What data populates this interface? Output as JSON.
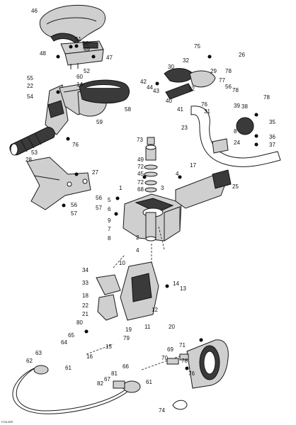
{
  "diagram": {
    "callouts": [
      {
        "id": "46",
        "label": "46"
      },
      {
        "id": "51",
        "label": "51"
      },
      {
        "id": "50",
        "label": "50"
      },
      {
        "id": "48",
        "label": "48"
      },
      {
        "id": "49a",
        "label": "49"
      },
      {
        "id": "47",
        "label": "47"
      },
      {
        "id": "52",
        "label": "52"
      },
      {
        "id": "75",
        "label": "75"
      },
      {
        "id": "26",
        "label": "26"
      },
      {
        "id": "32a",
        "label": "32"
      },
      {
        "id": "30",
        "label": "30"
      },
      {
        "id": "29",
        "label": "29"
      },
      {
        "id": "78a",
        "label": "78"
      },
      {
        "id": "77",
        "label": "77"
      },
      {
        "id": "42",
        "label": "42"
      },
      {
        "id": "44",
        "label": "44"
      },
      {
        "id": "43",
        "label": "43"
      },
      {
        "id": "55",
        "label": "55"
      },
      {
        "id": "22a",
        "label": "22"
      },
      {
        "id": "60",
        "label": "60"
      },
      {
        "id": "14a",
        "label": "14"
      },
      {
        "id": "32b",
        "label": "32"
      },
      {
        "id": "56a",
        "label": "56"
      },
      {
        "id": "78b",
        "label": "78"
      },
      {
        "id": "54",
        "label": "54"
      },
      {
        "id": "58",
        "label": "58"
      },
      {
        "id": "40",
        "label": "40"
      },
      {
        "id": "41",
        "label": "41"
      },
      {
        "id": "76a",
        "label": "76"
      },
      {
        "id": "31",
        "label": "31"
      },
      {
        "id": "78c",
        "label": "78"
      },
      {
        "id": "39",
        "label": "39"
      },
      {
        "id": "38",
        "label": "38"
      },
      {
        "id": "35",
        "label": "35"
      },
      {
        "id": "59",
        "label": "59"
      },
      {
        "id": "23",
        "label": "23"
      },
      {
        "id": "8a",
        "label": "8"
      },
      {
        "id": "36",
        "label": "36"
      },
      {
        "id": "37",
        "label": "37"
      },
      {
        "id": "73",
        "label": "73"
      },
      {
        "id": "24",
        "label": "24"
      },
      {
        "id": "76b",
        "label": "76"
      },
      {
        "id": "53",
        "label": "53"
      },
      {
        "id": "28",
        "label": "28"
      },
      {
        "id": "49b",
        "label": "49"
      },
      {
        "id": "72a",
        "label": "72"
      },
      {
        "id": "45",
        "label": "45"
      },
      {
        "id": "17",
        "label": "17"
      },
      {
        "id": "27",
        "label": "27"
      },
      {
        "id": "4a",
        "label": "4"
      },
      {
        "id": "72b",
        "label": "72"
      },
      {
        "id": "68",
        "label": "68"
      },
      {
        "id": "25",
        "label": "25"
      },
      {
        "id": "3",
        "label": "3"
      },
      {
        "id": "1",
        "label": "1"
      },
      {
        "id": "56b",
        "label": "56"
      },
      {
        "id": "57a",
        "label": "57"
      },
      {
        "id": "56c",
        "label": "56"
      },
      {
        "id": "57b",
        "label": "57"
      },
      {
        "id": "5",
        "label": "5"
      },
      {
        "id": "6",
        "label": "6"
      },
      {
        "id": "9",
        "label": "9"
      },
      {
        "id": "7",
        "label": "7"
      },
      {
        "id": "8b",
        "label": "8"
      },
      {
        "id": "2",
        "label": "2"
      },
      {
        "id": "4b",
        "label": "4"
      },
      {
        "id": "10",
        "label": "10"
      },
      {
        "id": "34",
        "label": "34"
      },
      {
        "id": "33",
        "label": "33"
      },
      {
        "id": "14b",
        "label": "14"
      },
      {
        "id": "13",
        "label": "13"
      },
      {
        "id": "18",
        "label": "18"
      },
      {
        "id": "22b",
        "label": "22"
      },
      {
        "id": "21",
        "label": "21"
      },
      {
        "id": "12",
        "label": "12"
      },
      {
        "id": "80",
        "label": "80"
      },
      {
        "id": "19",
        "label": "19"
      },
      {
        "id": "11",
        "label": "11"
      },
      {
        "id": "79",
        "label": "79"
      },
      {
        "id": "65",
        "label": "65"
      },
      {
        "id": "64",
        "label": "64"
      },
      {
        "id": "15",
        "label": "15"
      },
      {
        "id": "63",
        "label": "63"
      },
      {
        "id": "20",
        "label": "20"
      },
      {
        "id": "62",
        "label": "62"
      },
      {
        "id": "16",
        "label": "16"
      },
      {
        "id": "71",
        "label": "71"
      },
      {
        "id": "69",
        "label": "69"
      },
      {
        "id": "78d",
        "label": "78"
      },
      {
        "id": "61a",
        "label": "61"
      },
      {
        "id": "70",
        "label": "70"
      },
      {
        "id": "66",
        "label": "66"
      },
      {
        "id": "81",
        "label": "81"
      },
      {
        "id": "67",
        "label": "67"
      },
      {
        "id": "76c",
        "label": "76"
      },
      {
        "id": "82",
        "label": "82"
      },
      {
        "id": "61b",
        "label": "61"
      },
      {
        "id": "74",
        "label": "74"
      }
    ],
    "figure_code": "F22L0EE"
  }
}
